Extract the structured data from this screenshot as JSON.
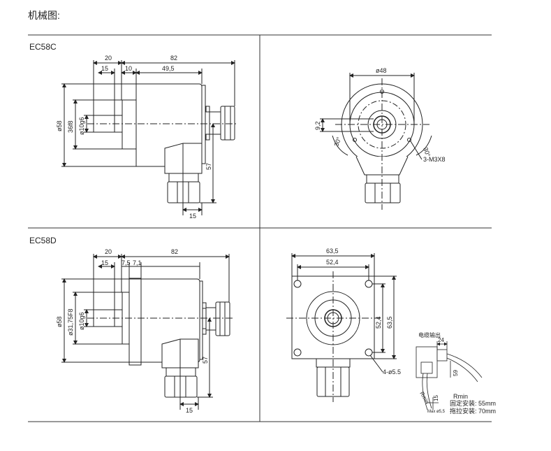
{
  "page_title": "机械图:",
  "panels": [
    {
      "label": "EC58C"
    },
    {
      "label": "EC58D"
    }
  ],
  "ec58c_side": {
    "dim_20": "20",
    "dim_82": "82",
    "dim_15_top": "15",
    "dim_10": "10",
    "dim_49_5": "49,5",
    "dia_58": "ø58",
    "dia_36": "36f8",
    "dia_10": "ø10g6",
    "dim_57": "57",
    "dim_15_bottom": "15"
  },
  "ec58c_front": {
    "dia_48": "ø48",
    "dim_9_2": "9,2",
    "angle_left": "30°",
    "angle_right": "30°",
    "holes": "3-M3X8"
  },
  "ec58d_side": {
    "dim_20": "20",
    "dim_82": "82",
    "dim_15_top": "15",
    "dim_7_5": "7,5",
    "dim_7_1": "7,1",
    "dia_58": "ø58",
    "dia_31_75": "ø31,75F8",
    "dia_10": "ø10g6",
    "dim_57": "57",
    "dim_15_bottom": "15"
  },
  "ec58d_front": {
    "dim_63_5_top": "63,5",
    "dim_52_4_top": "52,4",
    "dim_52_4_side": "52,4",
    "dim_63_5_side": "63,5",
    "holes": "4-ø5.5"
  },
  "cable_detail": {
    "title": "电缆输出",
    "dim_24": "24",
    "dim_59": "59",
    "dim_15": "15",
    "max_dia": "Max ø5,5",
    "rmin_label": "Rmin"
  },
  "rmin_notes": [
    "固定安装: 55mm",
    "拖拉安装: 70mm"
  ]
}
